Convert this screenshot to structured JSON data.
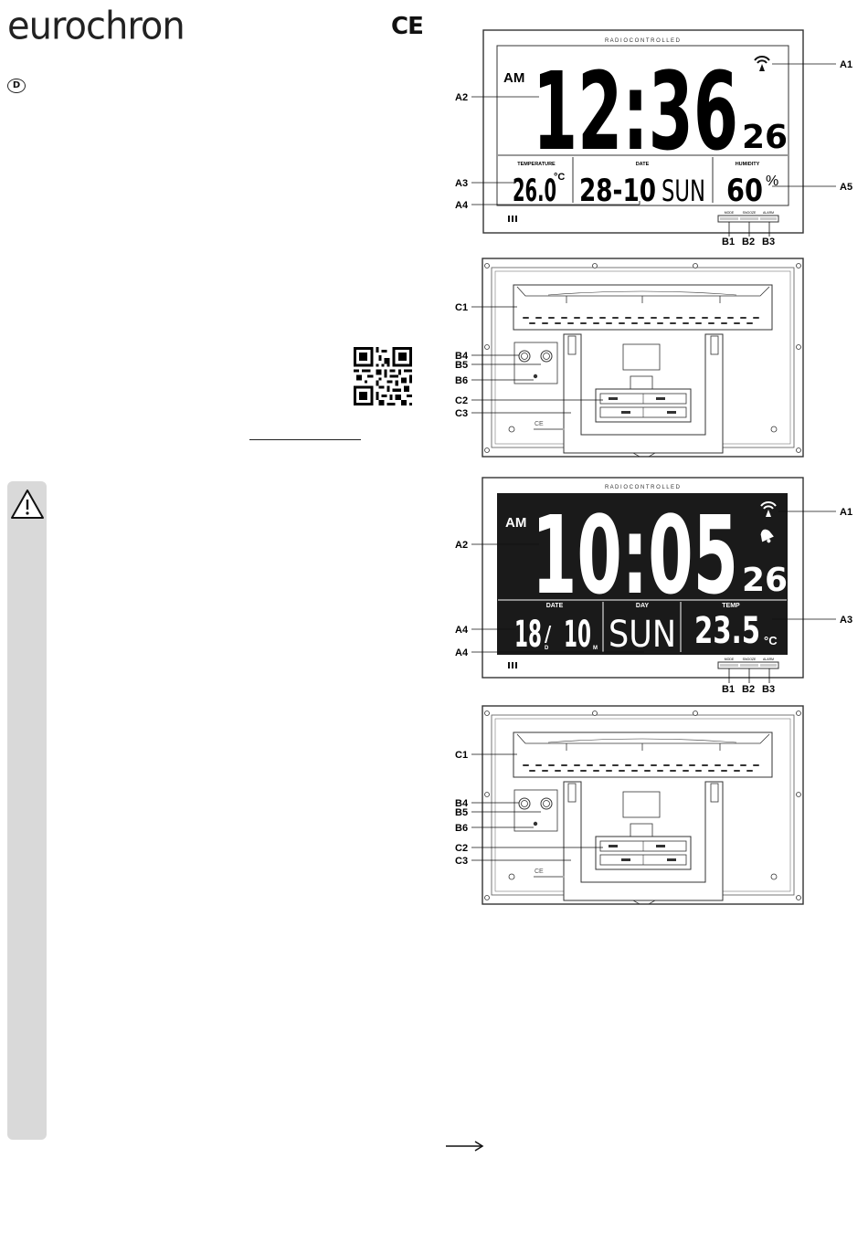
{
  "header": {
    "brand": "eurochron",
    "ce_mark": "CE",
    "language_badge": "D"
  },
  "clock1": {
    "radio_label": "R A D I O   C O N T R O L L E D",
    "ampm": "AM",
    "time": "12:36",
    "seconds": "26",
    "temp_label": "TEMPERATURE",
    "date_label": "DATE",
    "humidity_label": "HUMIDITY",
    "temp_value": "26.0",
    "temp_unit": "°C",
    "date_value": "28-10",
    "day": "SUN",
    "humidity_value": "60",
    "humidity_unit": "%",
    "btn1": "MODE",
    "btn2": "SNOOZE",
    "btn3": "ALARM"
  },
  "clock2": {
    "radio_label": "R A D I O   C O N T R O L L E D",
    "ampm": "AM",
    "time": "10:05",
    "seconds": "26",
    "date_label": "DATE",
    "day_label": "DAY",
    "temp_label": "TEMP",
    "date_day": "18",
    "date_month": "10",
    "d_marker": "D",
    "m_marker": "M",
    "day": "SUN",
    "temp_value": "23.5",
    "temp_unit": "°C",
    "btn1": "MODE",
    "btn2": "SNOOZE",
    "btn3": "ALARM"
  },
  "callouts": {
    "A1": "A1",
    "A2": "A2",
    "A3": "A3",
    "A4": "A4",
    "A5": "A5",
    "B1": "B1",
    "B2": "B2",
    "B3": "B3",
    "B4": "B4",
    "B5": "B5",
    "B6": "B6",
    "C1": "C1",
    "C2": "C2",
    "C3": "C3"
  },
  "back": {
    "ce": "CE"
  },
  "icons": [
    "warning-icon",
    "arrow-right-icon",
    "qr-code",
    "radio-signal-icon",
    "bell-icon"
  ]
}
